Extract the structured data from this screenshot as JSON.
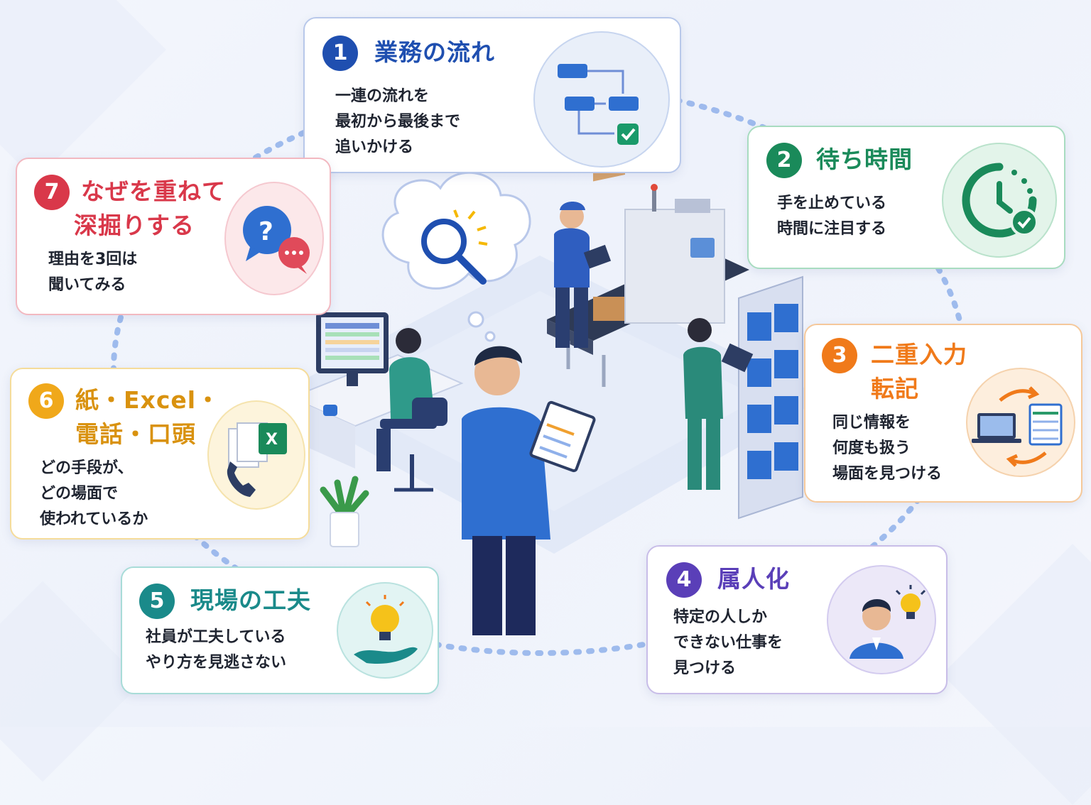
{
  "colors": {
    "blue": "#1f4fb0",
    "green": "#1a8a5a",
    "orange": "#f07a1a",
    "purple": "#5a3fb8",
    "teal": "#1a8a8a",
    "amber": "#d9920f",
    "red": "#d9384a"
  },
  "cards": [
    {
      "number": "1",
      "title": "業務の流れ",
      "desc": "一連の流れを\n最初から最後まで\n追いかける",
      "icon": "flowchart-icon"
    },
    {
      "number": "2",
      "title": "待ち時間",
      "desc": "手を止めている\n時間に注目する",
      "icon": "clock-check-icon"
    },
    {
      "number": "3",
      "title_line1": "二重入力",
      "title_line2": "転記",
      "desc": "同じ情報を\n何度も扱う\n場面を見つける",
      "icon": "laptop-spreadsheet-sync-icon"
    },
    {
      "number": "4",
      "title": "属人化",
      "desc": "特定の人しか\nできない仕事を\n見つける",
      "icon": "person-lightbulb-icon"
    },
    {
      "number": "5",
      "title": "現場の工夫",
      "desc": "社員が工夫している\nやり方を見逃さない",
      "icon": "lightbulb-hand-icon"
    },
    {
      "number": "6",
      "title_line1": "紙・Excel・",
      "title_line2": "電話・口頭",
      "desc": "どの手段が、\nどの場面で\n使われているか",
      "icon": "phone-excel-icon"
    },
    {
      "number": "7",
      "title_line1": "なぜを重ねて",
      "title_line2": "深掘りする",
      "desc": "理由を3回は\n聞いてみる",
      "icon": "question-chat-icon"
    }
  ],
  "scene": {
    "icons": [
      "magnifier-thought-bubble-icon",
      "office-worker-illustration",
      "observer-with-clipboard-illustration",
      "conveyor-machine-illustration",
      "warehouse-shelf-illustration"
    ]
  }
}
